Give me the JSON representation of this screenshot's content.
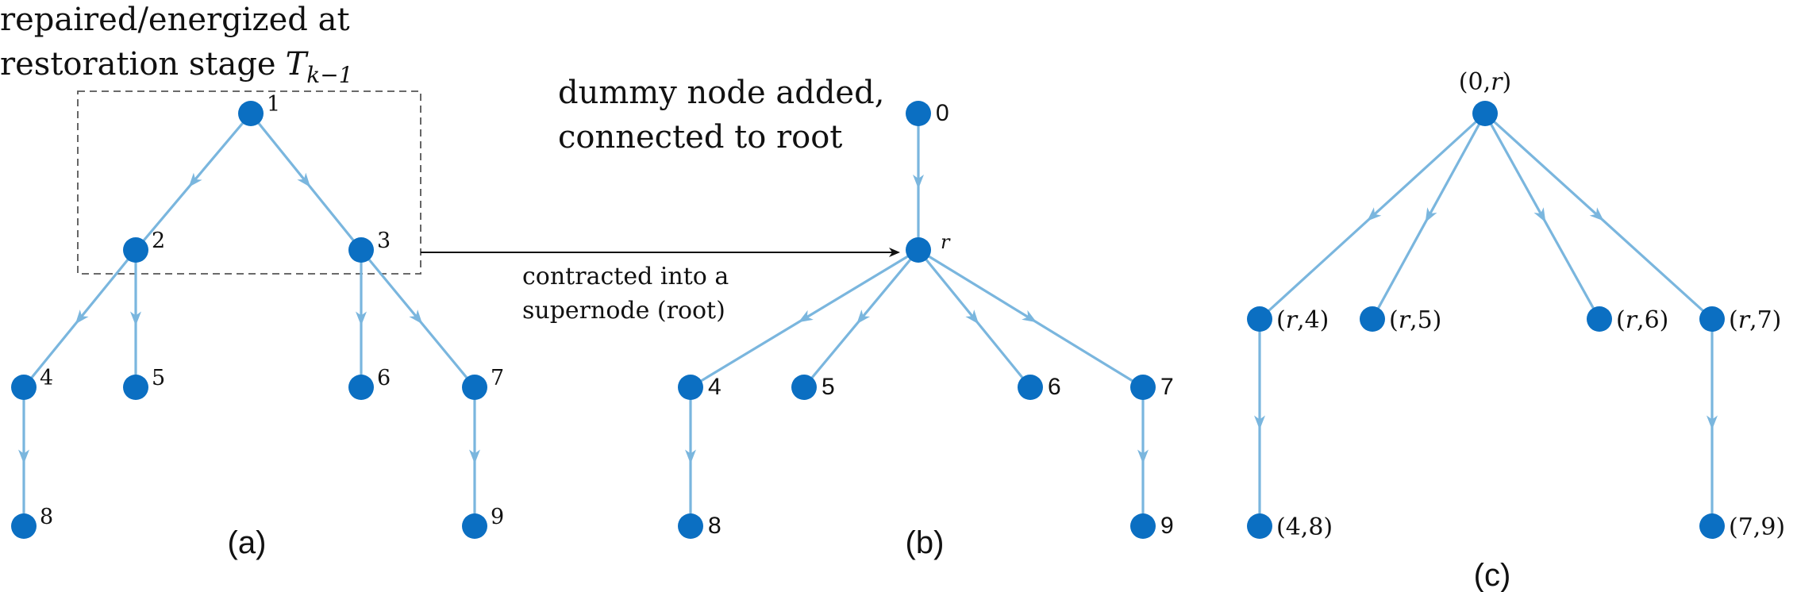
{
  "panels": [
    {
      "id": "a",
      "caption": "(a)",
      "annotation_lines": [
        "repaired/energized at",
        "restoration stage"
      ],
      "annotation_symbol": "T",
      "annotation_subscript": "k−1",
      "label_style": "serif",
      "nodes": [
        {
          "id": "1",
          "label": "1"
        },
        {
          "id": "2",
          "label": "2"
        },
        {
          "id": "3",
          "label": "3"
        },
        {
          "id": "4",
          "label": "4"
        },
        {
          "id": "5",
          "label": "5"
        },
        {
          "id": "6",
          "label": "6"
        },
        {
          "id": "7",
          "label": "7"
        },
        {
          "id": "8",
          "label": "8"
        },
        {
          "id": "9",
          "label": "9"
        }
      ],
      "edges": [
        [
          "1",
          "2"
        ],
        [
          "1",
          "3"
        ],
        [
          "2",
          "4"
        ],
        [
          "2",
          "5"
        ],
        [
          "3",
          "6"
        ],
        [
          "3",
          "7"
        ],
        [
          "4",
          "8"
        ],
        [
          "7",
          "9"
        ]
      ]
    },
    {
      "id": "b",
      "caption": "(b)",
      "annotation_lines": [
        "dummy node added,",
        "connected to root"
      ],
      "label_style": "sans",
      "nodes": [
        {
          "id": "0",
          "label": "0"
        },
        {
          "id": "r",
          "label": "r"
        },
        {
          "id": "4",
          "label": "4"
        },
        {
          "id": "5",
          "label": "5"
        },
        {
          "id": "6",
          "label": "6"
        },
        {
          "id": "7",
          "label": "7"
        },
        {
          "id": "8",
          "label": "8"
        },
        {
          "id": "9",
          "label": "9"
        }
      ],
      "edges": [
        [
          "0",
          "r"
        ],
        [
          "r",
          "4"
        ],
        [
          "r",
          "5"
        ],
        [
          "r",
          "6"
        ],
        [
          "r",
          "7"
        ],
        [
          "4",
          "8"
        ],
        [
          "7",
          "9"
        ]
      ]
    },
    {
      "id": "c",
      "caption": "(c)",
      "label_style": "serif",
      "nodes": [
        {
          "id": "0r",
          "label": "(0,r)"
        },
        {
          "id": "r4",
          "label": "(r,4)"
        },
        {
          "id": "r5",
          "label": "(r,5)"
        },
        {
          "id": "r6",
          "label": "(r,6)"
        },
        {
          "id": "r7",
          "label": "(r,7)"
        },
        {
          "id": "48",
          "label": "(4,8)"
        },
        {
          "id": "79",
          "label": "(7,9)"
        }
      ],
      "edges": [
        [
          "0r",
          "r4"
        ],
        [
          "0r",
          "r5"
        ],
        [
          "0r",
          "r6"
        ],
        [
          "0r",
          "r7"
        ],
        [
          "r4",
          "48"
        ],
        [
          "r7",
          "79"
        ]
      ]
    }
  ],
  "contraction_label_lines": [
    "contracted into a",
    "supernode (root)"
  ],
  "colors": {
    "node": "#0b6fc2",
    "edge": "#7ab6de",
    "box": "#555555",
    "contraction_arrow": "#111111"
  }
}
